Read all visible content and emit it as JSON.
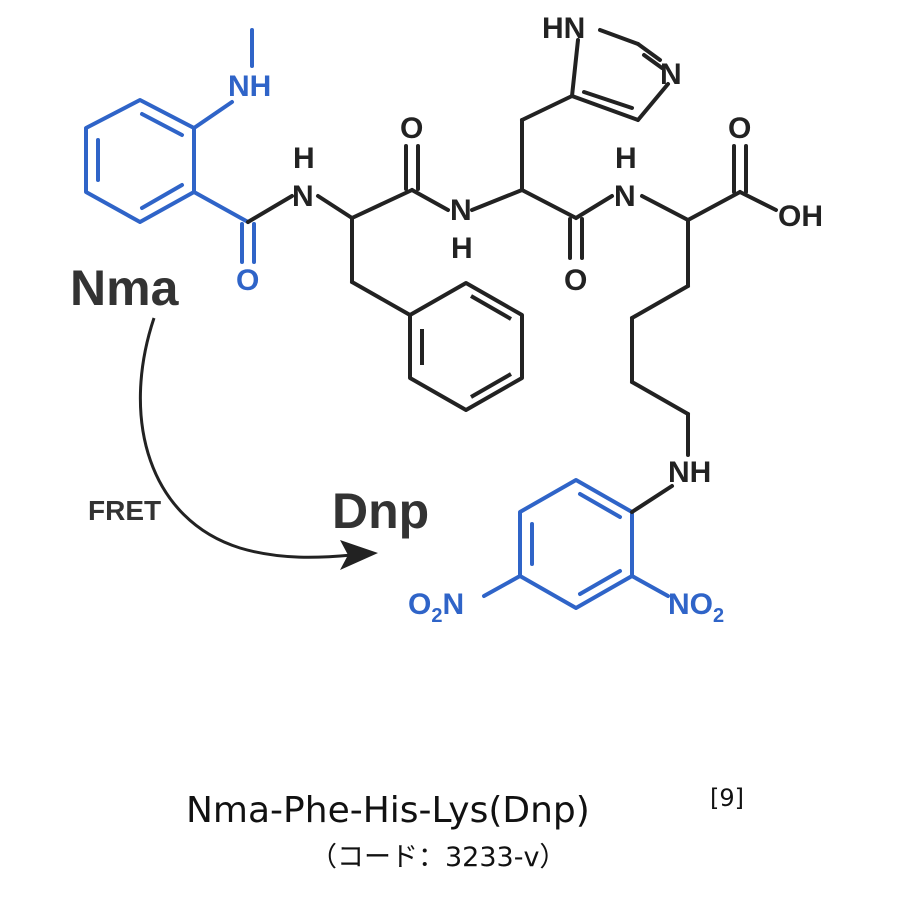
{
  "colors": {
    "bond_black": "#222222",
    "bond_blue": "#2f64c8",
    "label_dark": "#333333",
    "caption": "#111111"
  },
  "molecule": {
    "nma_methyl_nh": "NH",
    "n_left": "N",
    "h_left": "H",
    "o_nma": "O",
    "o_phe": "O",
    "n_mid": "N",
    "h_mid": "H",
    "hn_his": "HN",
    "n_his": "N",
    "o_his": "O",
    "n_lys": "N",
    "h_lys": "H",
    "o_cooh": "O",
    "oh_cooh": "OH",
    "nh_lys": "NH",
    "o2n": "O",
    "o2n_sub": "2",
    "o2n_n": "N",
    "no2_n": "NO",
    "no2_sub": "2"
  },
  "labels": {
    "nma": "Nma",
    "dnp": "Dnp",
    "fret": "FRET"
  },
  "caption": {
    "title": "Nma-Phe-His-Lys(Dnp)",
    "ref": "[9]",
    "code": "（コード：3233-v）"
  }
}
